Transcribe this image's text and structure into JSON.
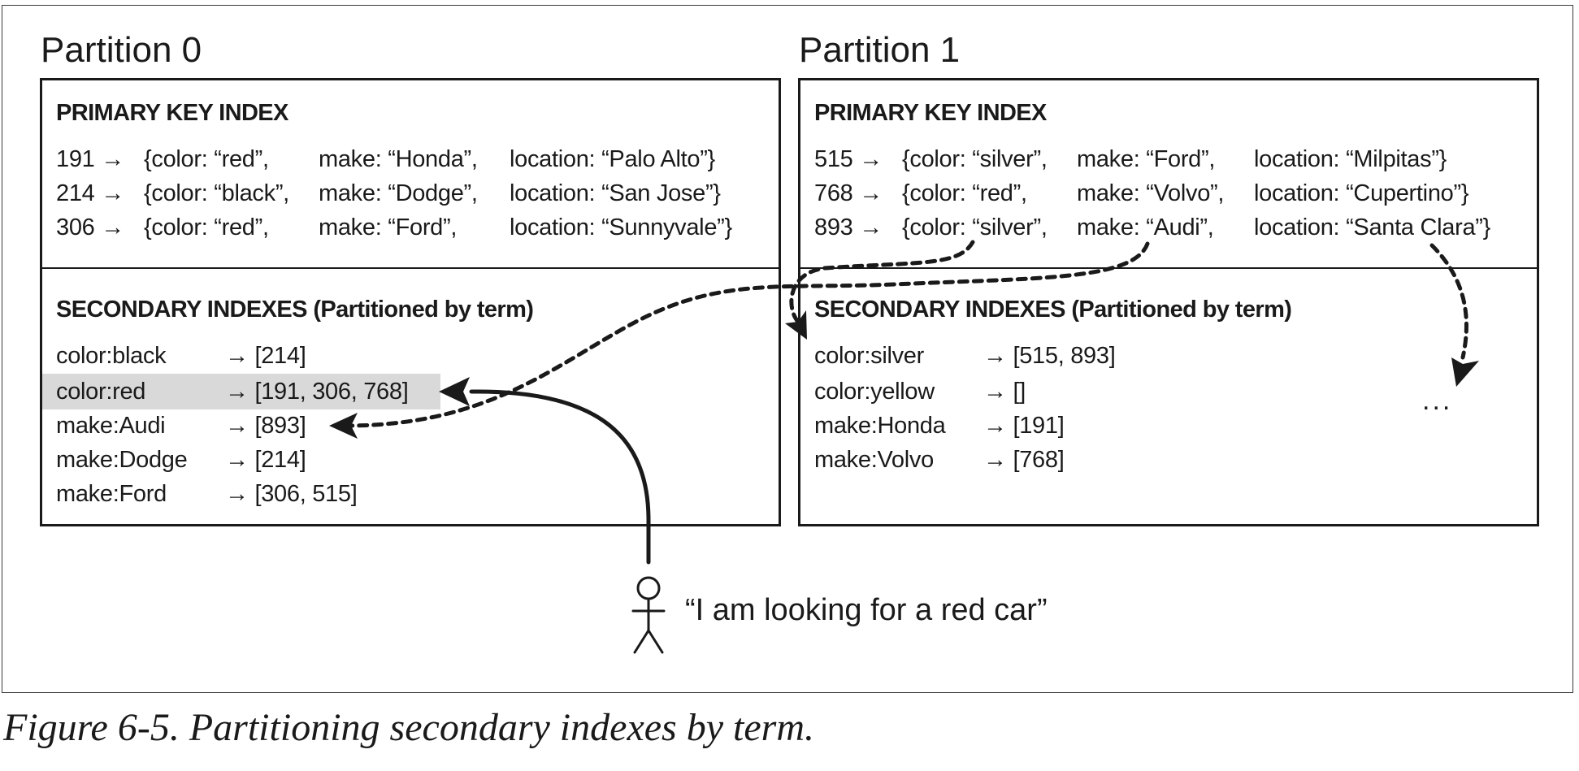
{
  "partitions": [
    {
      "title": "Partition 0",
      "primary_heading": "PRIMARY KEY INDEX",
      "primary_rows": [
        {
          "key": "191 →",
          "color": "{color: “red”,",
          "make": "make: “Honda”,",
          "location": "location: “Palo Alto”}"
        },
        {
          "key": "214 →",
          "color": "{color: “black”,",
          "make": "make: “Dodge”,",
          "location": "location: “San Jose”}"
        },
        {
          "key": "306 →",
          "color": "{color: “red”,",
          "make": "make: “Ford”,",
          "location": "location: “Sunnyvale”}"
        }
      ],
      "secondary_heading": "SECONDARY INDEXES (Partitioned by term)",
      "secondary_rows": [
        {
          "term": "color:black",
          "ids": "→ [214]"
        },
        {
          "term": "color:red",
          "ids": "→ [191, 306, 768]",
          "highlighted": true
        },
        {
          "term": "make:Audi",
          "ids": "→ [893]"
        },
        {
          "term": "make:Dodge",
          "ids": "→ [214]"
        },
        {
          "term": "make:Ford",
          "ids": "→ [306, 515]"
        }
      ]
    },
    {
      "title": "Partition 1",
      "primary_heading": "PRIMARY KEY INDEX",
      "primary_rows": [
        {
          "key": "515 →",
          "color": "{color: “silver”,",
          "make": "make: “Ford”,",
          "location": "location: “Milpitas”}"
        },
        {
          "key": "768 →",
          "color": "{color: “red”,",
          "make": "make: “Volvo”,",
          "location": "location: “Cupertino”}"
        },
        {
          "key": "893 →",
          "color": "{color: “silver”,",
          "make": "make: “Audi”,",
          "location": "location: “Santa Clara”}"
        }
      ],
      "secondary_heading": "SECONDARY INDEXES (Partitioned by term)",
      "secondary_rows": [
        {
          "term": "color:silver",
          "ids": "→ [515, 893]"
        },
        {
          "term": "color:yellow",
          "ids": "→ []"
        },
        {
          "term": "make:Honda",
          "ids": "→ [191]"
        },
        {
          "term": "make:Volvo",
          "ids": "→ [768]"
        }
      ],
      "ellipsis": "..."
    }
  ],
  "user_quote": "“I am looking for a red car”",
  "caption": "Figure 6-5. Partitioning secondary indexes by term.",
  "colors": {
    "ink": "#1a1a1a",
    "highlight": "#d9d9d9"
  },
  "icons": [
    "stick-figure-icon",
    "arrow-icon"
  ]
}
